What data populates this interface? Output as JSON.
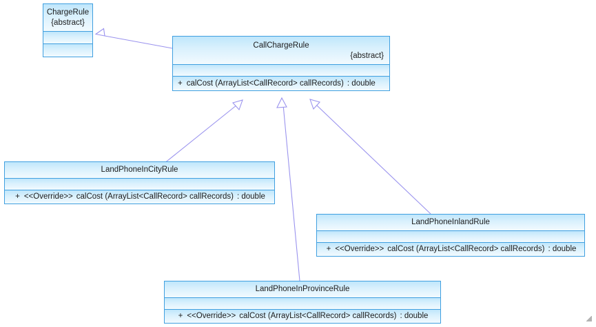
{
  "diagram": {
    "type": "uml-class-diagram",
    "background_color": "#ffffff",
    "box_border_color": "#3f9fe0",
    "box_fill_top_color": "#bfe6fb",
    "box_fill_bottom_color": "#f2fafe",
    "connector_color": "#9a93ee",
    "text_color": "#1b1b1b"
  },
  "classes": {
    "charge_rule": {
      "name": "ChargeRule",
      "abstract_tag": "{abstract}",
      "attributes": [],
      "operations": []
    },
    "call_charge_rule": {
      "name": "CallChargeRule",
      "abstract_tag": "{abstract}",
      "attributes": [],
      "operations": [
        {
          "visibility": "+",
          "stereotype": "",
          "signature": "calCost (ArrayList<CallRecord> callRecords)",
          "separator": ":",
          "return_type": "double"
        }
      ]
    },
    "land_phone_in_city_rule": {
      "name": "LandPhoneInCityRule",
      "abstract_tag": "",
      "attributes": [],
      "operations": [
        {
          "visibility": "+",
          "stereotype": "<<Override>>",
          "signature": "calCost (ArrayList<CallRecord> callRecords)",
          "separator": ":",
          "return_type": "double"
        }
      ]
    },
    "land_phone_inland_rule": {
      "name": "LandPhoneInlandRule",
      "abstract_tag": "",
      "attributes": [],
      "operations": [
        {
          "visibility": "+",
          "stereotype": "<<Override>>",
          "signature": "calCost (ArrayList<CallRecord> callRecords)",
          "separator": ":",
          "return_type": "double"
        }
      ]
    },
    "land_phone_in_province_rule": {
      "name": "LandPhoneInProvinceRule",
      "abstract_tag": "",
      "attributes": [],
      "operations": [
        {
          "visibility": "+",
          "stereotype": "<<Override>>",
          "signature": "calCost (ArrayList<CallRecord> callRecords)",
          "separator": ":",
          "return_type": "double"
        }
      ]
    }
  },
  "relationships": [
    {
      "kind": "generalization",
      "from": "CallChargeRule",
      "to": "ChargeRule"
    },
    {
      "kind": "generalization",
      "from": "LandPhoneInCityRule",
      "to": "CallChargeRule"
    },
    {
      "kind": "generalization",
      "from": "LandPhoneInProvinceRule",
      "to": "CallChargeRule"
    },
    {
      "kind": "generalization",
      "from": "LandPhoneInlandRule",
      "to": "CallChargeRule"
    }
  ]
}
